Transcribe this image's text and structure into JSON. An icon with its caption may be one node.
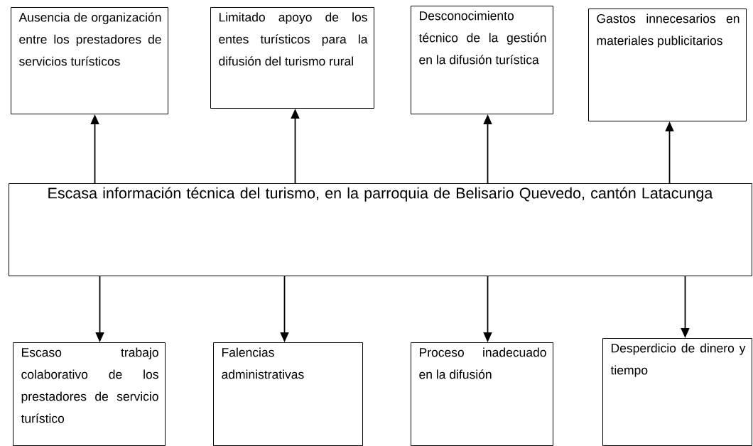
{
  "diagram": {
    "nodes": [
      {
        "text": [
          "Ausencia de organización entre los prestadores de servicios turísticos"
        ]
      },
      {
        "text": [
          "Limitado apoyo de los entes turísticos para la difusión del turismo rural"
        ]
      },
      {
        "text": [
          "Desconocimiento técnico de la gestión en la difusión turística"
        ]
      },
      {
        "text": [
          "Gastos innecesarios en materiales publicitarios"
        ]
      },
      {
        "text": [
          "Escasa información técnica del turismo, en la parroquia de Belisario Quevedo, cantón Latacunga"
        ]
      },
      {
        "text": [
          "Escaso trabajo colaborativo de los prestadores de servicio turístico"
        ]
      },
      {
        "text": [
          "Falencias administrativas"
        ]
      },
      {
        "text": [
          "Proceso inadecuado en la difusión"
        ]
      },
      {
        "text": [
          "Desperdicio de dinero y tiempo"
        ]
      }
    ],
    "edges": [
      {
        "from": 4,
        "to": 0,
        "arrow": "to"
      },
      {
        "from": 4,
        "to": 1,
        "arrow": "to"
      },
      {
        "from": 4,
        "to": 2,
        "arrow": "to"
      },
      {
        "from": 4,
        "to": 3,
        "arrow": "to"
      },
      {
        "from": 4,
        "to": 5,
        "arrow": "to"
      },
      {
        "from": 4,
        "to": 6,
        "arrow": "to"
      },
      {
        "from": 4,
        "to": 7,
        "arrow": "to"
      },
      {
        "from": 4,
        "to": 8,
        "arrow": "to"
      }
    ]
  }
}
